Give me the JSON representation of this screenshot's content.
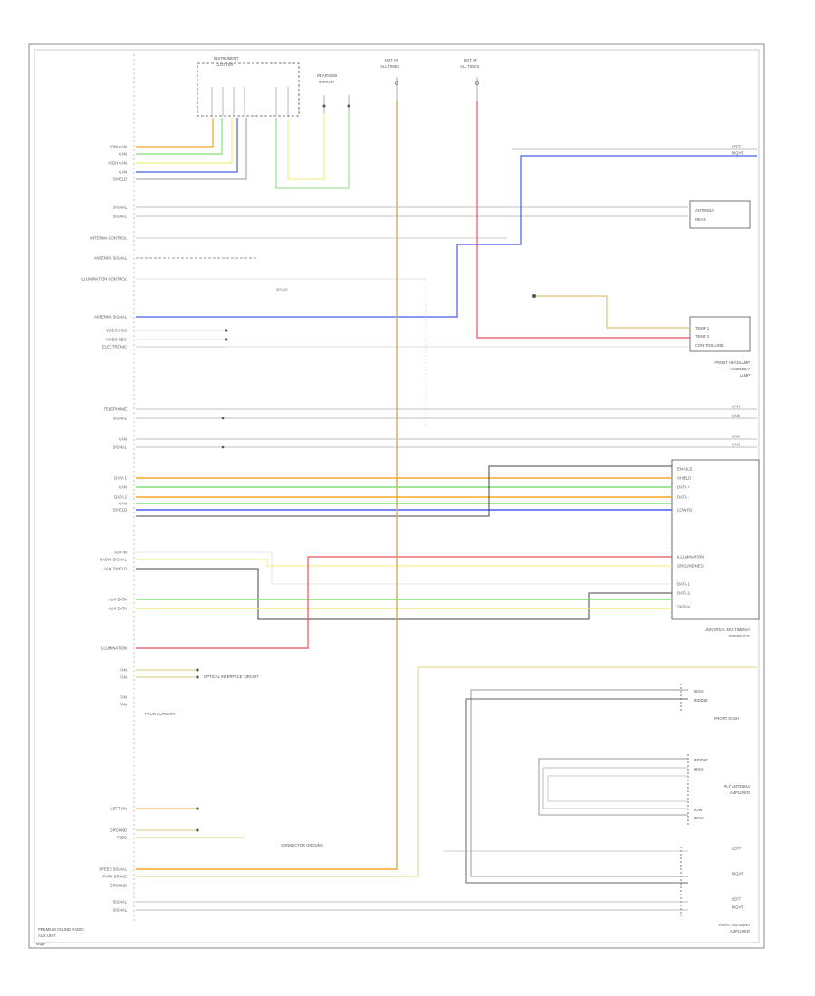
{
  "footer_code": "wsp-",
  "modules": {
    "left": {
      "lines": [
        "PREMIUM SOUND RADIO",
        "AUX UNIT"
      ]
    },
    "instrument": {
      "lines": [
        "INSTRUMENT",
        "CLUSTER"
      ]
    },
    "rearview": {
      "lines": [
        "REARVIEW",
        "MIRROR"
      ]
    },
    "fuse_left": {
      "lines": [
        "HOT AT",
        "ALL TIMES"
      ]
    },
    "fuse_right": {
      "lines": [
        "HOT AT",
        "ALL TIMES"
      ]
    },
    "top_right_box": {
      "lines": [
        "ANTENNA",
        "REAR"
      ]
    },
    "mid_right_box": {
      "lines": [
        "TEMP 1",
        "TEMP 2",
        "CONTROL LINE"
      ]
    },
    "mid_right_caption": {
      "lines": [
        "FRONT HEADLAMP",
        "ASSEMBLY",
        "LAMP"
      ]
    },
    "radio_box": {
      "lines": [
        "ENABLE",
        "SHIELD",
        "DATA +",
        "DATA -",
        "LOW FD",
        "ILLUMINATION",
        "GROUND NEG",
        "DATA 1",
        "DATA 2",
        "SIGNAL"
      ]
    },
    "radio_caption": {
      "lines": [
        "UNIVERSAL MULTIMEDIA",
        "INTERFACE"
      ]
    },
    "speaker_front": {
      "lines": [
        "HIGH",
        "MIDDLE"
      ]
    },
    "speaker_front_caption": "FRONT DASH",
    "speaker_rear": {
      "lines": [
        "MIDDLE",
        "HIGH",
        "LOW",
        "HIGH"
      ]
    },
    "speaker_rear_caption": {
      "lines": [
        "PLY ANTENNA",
        "AMPLIFIER"
      ]
    },
    "speaker_bottom_caption": {
      "lines": [
        "RIGHT ANTENNA",
        "AMPLIFIER"
      ]
    }
  },
  "left_labels": [
    "LOW CAN",
    "CAN",
    "HIGH CAN",
    "CAN",
    "SHIELD",
    "SIGNAL",
    "SIGNAL",
    "ANTENNA CONTROL",
    "ANTENNA SIGNAL",
    "ILLUMINATION CONTROL",
    "ANTENNA SIGNAL",
    "VIDEO POS",
    "VIDEO NEG",
    "ELECTRONIC",
    "TELEPHONE",
    "SIGNAL",
    "CAN",
    "SIGNAL",
    "DATA 1",
    "CAN",
    "DATA 2",
    "CAN",
    "SHIELD",
    "AUX IN",
    "RADIO SIGNAL",
    "AUX SHIELD",
    "AUX DATA",
    "AUX DATA",
    "ILLUMINATION",
    "FAN",
    "FAN",
    "FAN",
    "FAN",
    "LEFT ON",
    "GROUND",
    "FEED",
    "SPEED SIGNAL",
    "PARK BRAKE",
    "GROUND",
    "SIGNAL",
    "SIGNAL"
  ],
  "right_labels": [
    "LEFT",
    "RIGHT",
    "CAN",
    "CAN",
    "CAN",
    "CAN",
    "LEFT",
    "RIGHT",
    "LEFT",
    "RIGHT"
  ],
  "notes": {
    "optical": "OPTICAL INTERFACE CIRCUIT",
    "camera": "FRONT CAMERA",
    "ground_note": "CONNECTOR GROUND",
    "splice": "SPLICE"
  },
  "wire_colors": {
    "orange": "#f5a623",
    "red": "#e8505b",
    "blue": "#4a5cf0",
    "green": "#7fe07a",
    "yellow": "#f3ec7a",
    "tan": "#d8c47a",
    "gray": "#9a9a9a",
    "dark": "#333333"
  }
}
